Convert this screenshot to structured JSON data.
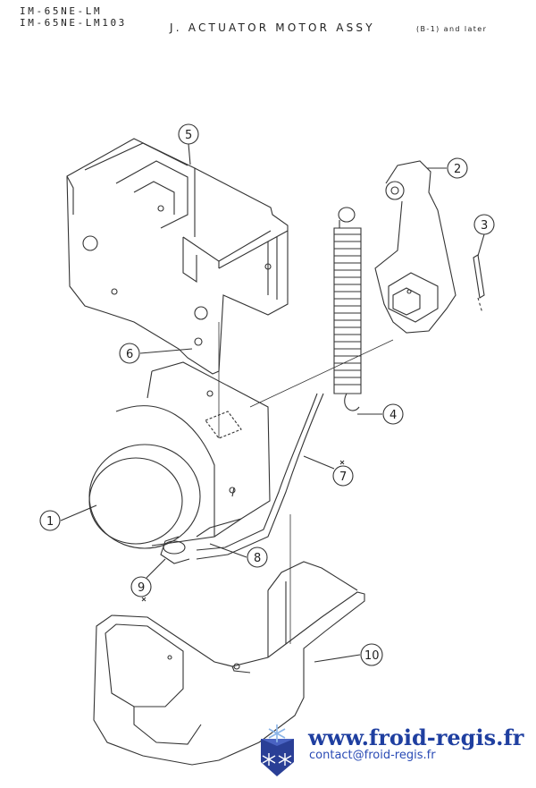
{
  "header": {
    "models": [
      "IM-65NE-LM",
      "IM-65NE-LM103"
    ],
    "title": "J. ACTUATOR MOTOR ASSY",
    "note": "(B-1) and later"
  },
  "callouts": [
    {
      "id": "1",
      "label": "1"
    },
    {
      "id": "2",
      "label": "2"
    },
    {
      "id": "3",
      "label": "3"
    },
    {
      "id": "4",
      "label": "4"
    },
    {
      "id": "5",
      "label": "5"
    },
    {
      "id": "6",
      "label": "6"
    },
    {
      "id": "7",
      "label": "7"
    },
    {
      "id": "8",
      "label": "8"
    },
    {
      "id": "9",
      "label": "9"
    },
    {
      "id": "10",
      "label": "10"
    }
  ],
  "brand": {
    "url": "www.froid-regis.fr",
    "email": "contact@froid-regis.fr"
  }
}
